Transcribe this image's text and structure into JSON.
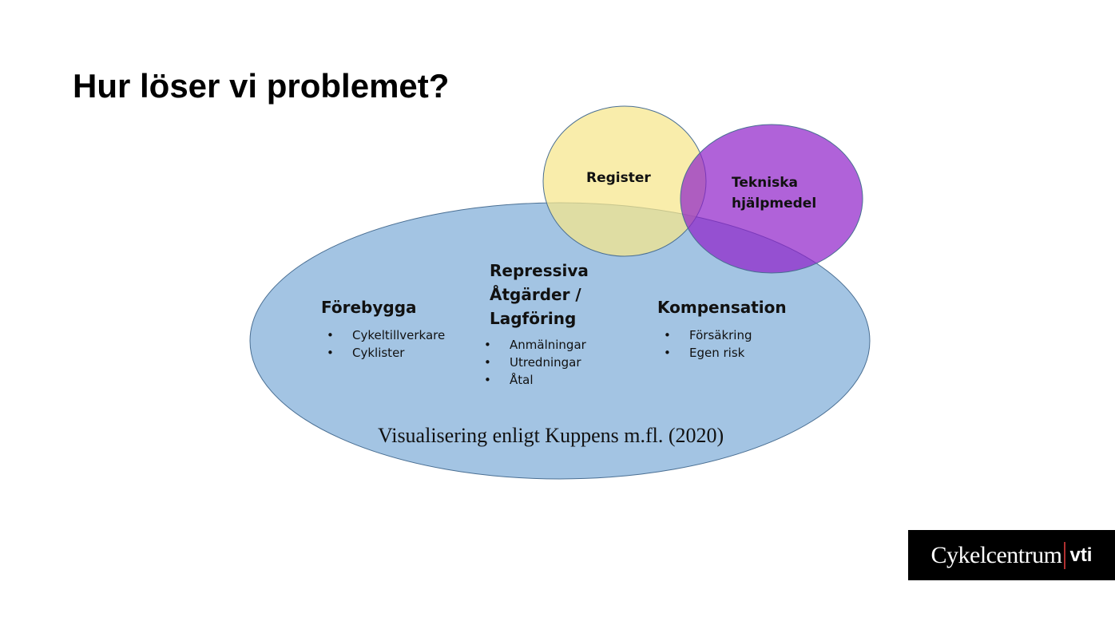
{
  "slide": {
    "title": "Hur löser vi problemet?"
  },
  "diagram": {
    "circles": {
      "register": {
        "label": "Register",
        "color": "#f7e68a"
      },
      "tekniska": {
        "label_line1": "Tekniska",
        "label_line2": "hjälpmedel",
        "color": "#9933cc"
      }
    },
    "main_ellipse": {
      "color": "#9ec1e2"
    },
    "groups": {
      "forebygga": {
        "heading": "Förebygga",
        "items": [
          "Cykeltillverkare",
          "Cyklister"
        ]
      },
      "repressiva": {
        "heading_line1": "Repressiva",
        "heading_line2": "Åtgärder /",
        "heading_line3": "Lagföring",
        "items": [
          "Anmälningar",
          "Utredningar",
          "Åtal"
        ]
      },
      "kompensation": {
        "heading": "Kompensation",
        "items": [
          "Försäkring",
          "Egen risk"
        ]
      }
    },
    "citation": "Visualisering enligt Kuppens m.fl. (2020)"
  },
  "logo": {
    "name": "Cykelcentrum",
    "suffix": "vti"
  }
}
